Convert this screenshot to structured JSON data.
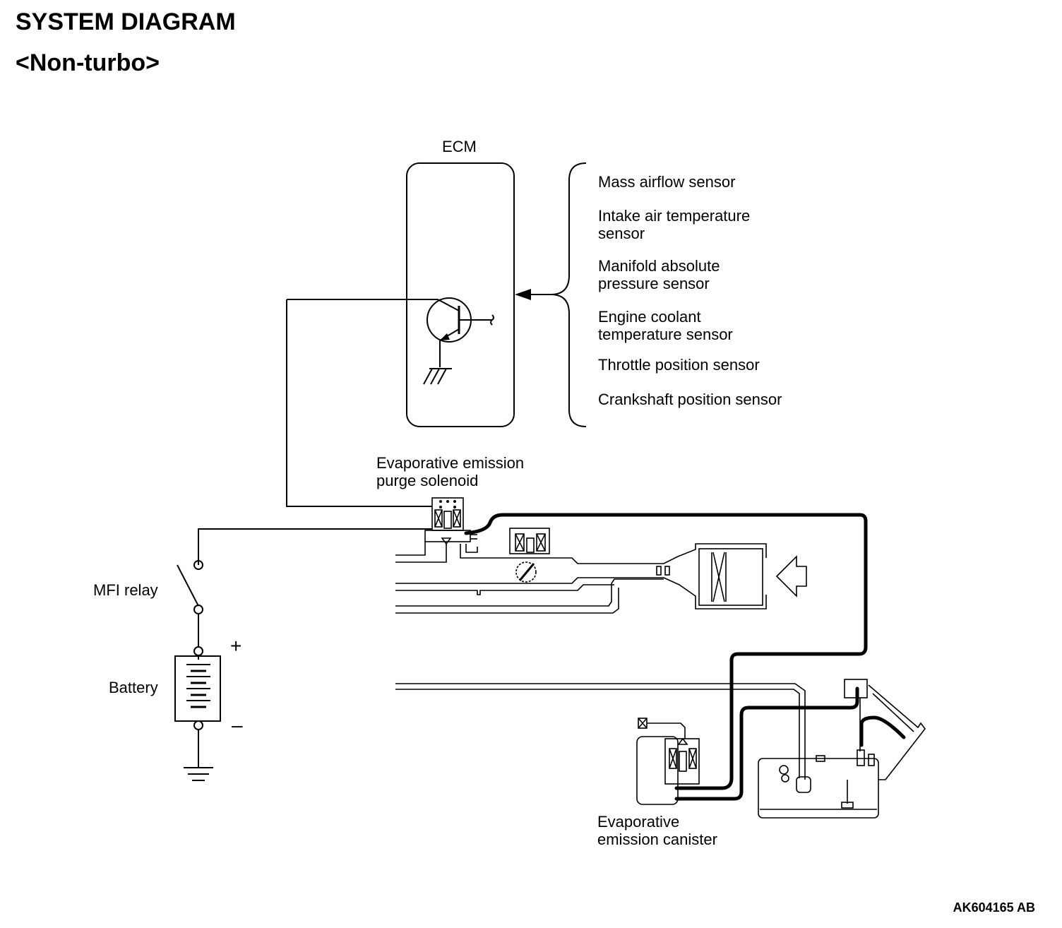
{
  "title": "SYSTEM DIAGRAM",
  "subtitle": "<Non-turbo>",
  "ecm": {
    "label": "ECM"
  },
  "sensors": [
    "Mass airflow sensor",
    "Intake air temperature\nsensor",
    "Manifold absolute\npressure sensor",
    "Engine coolant\ntemperature sensor",
    "Throttle position sensor",
    "Crankshaft position sensor"
  ],
  "components": {
    "purge_solenoid": "Evaporative emission\npurge solenoid",
    "mfi_relay": "MFI relay",
    "battery": "Battery",
    "battery_plus": "+",
    "battery_minus": "–",
    "canister": "Evaporative\nemission canister"
  },
  "figure_code": "AK604165 AB"
}
